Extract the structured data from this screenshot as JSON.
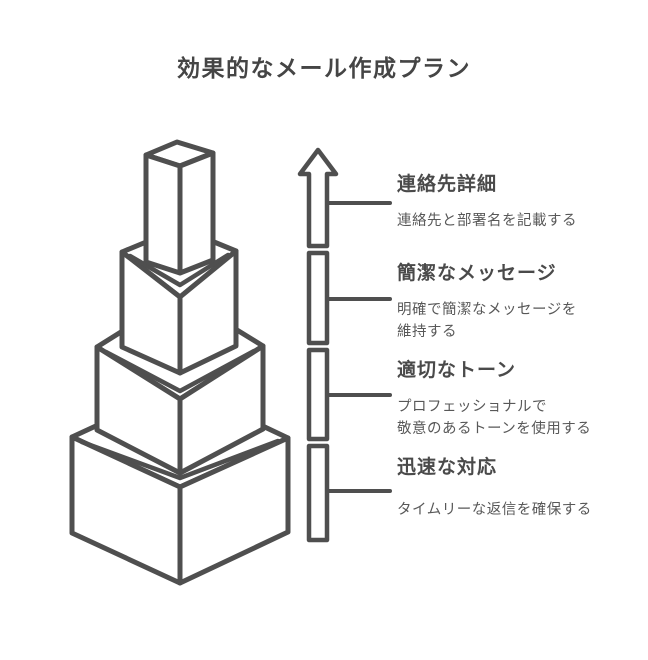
{
  "title": "効果的なメール作成プラン",
  "steps": [
    {
      "title": "連絡先詳細",
      "desc": [
        "連絡先と部署名を記載する"
      ]
    },
    {
      "title": "簡潔なメッセージ",
      "desc": [
        "明確で簡潔なメッセージを",
        "維持する"
      ]
    },
    {
      "title": "適切なトーン",
      "desc": [
        "プロフェッショナルで",
        "敬意のあるトーンを使用する"
      ]
    },
    {
      "title": "迅速な対応",
      "desc": [
        "タイムリーな返信を確保する"
      ]
    }
  ],
  "colors": {
    "background": "#ffffff",
    "stroke": "#4f4f4f",
    "fill": "#ffffff",
    "title_text": "#454545",
    "heading_text": "#4a4a4a",
    "body_text": "#585858"
  }
}
